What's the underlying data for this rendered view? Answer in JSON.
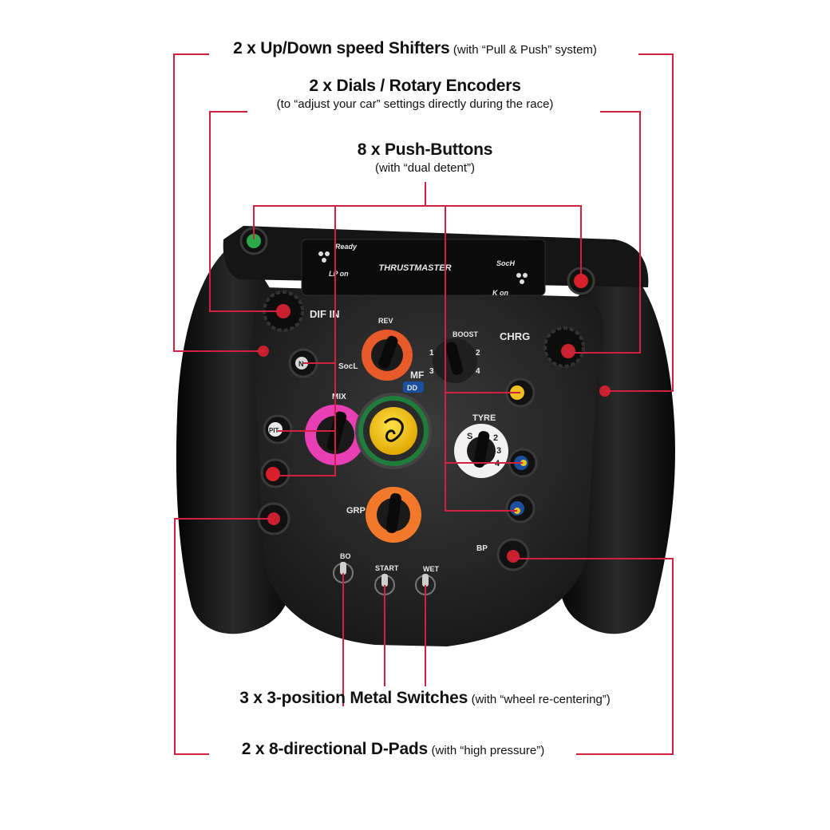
{
  "captions": {
    "shifters": {
      "title": "2 x Up/Down speed Shifters",
      "note": "(with “Pull & Push” system)"
    },
    "dials": {
      "title": "2 x Dials / Rotary Encoders",
      "note": "(to “adjust your car” settings directly during the race)"
    },
    "buttons": {
      "title": "8 x Push-Buttons",
      "note": "(with “dual detent”)"
    },
    "switches": {
      "title": "3 x 3-position Metal Switches",
      "note": "(with “wheel re-centering”)"
    },
    "dpads": {
      "title": "2 x 8-directional D-Pads",
      "note": "(with “high pressure”)"
    }
  },
  "wheel": {
    "brand": "THRUSTMASTER",
    "display_left_top": "Ready",
    "display_left_bottom": "LP on",
    "display_right_top": "SocH",
    "display_right_bottom": "K on",
    "dif_in": "DIF IN",
    "chrg": "CHRG",
    "socl": "SocL",
    "rev": "REV",
    "boost": "BOOST",
    "mf": "MF",
    "mix": "MIX",
    "tyre": "TYRE",
    "grp": "GRP",
    "dd": "DD",
    "bp": "BP",
    "bo": "BO",
    "start": "START",
    "wet": "WET",
    "pit": "PIT",
    "n": "N"
  },
  "colors": {
    "callout": "#d42040",
    "wheel": "#1c1c1c",
    "rim": "#0e0e0e"
  }
}
